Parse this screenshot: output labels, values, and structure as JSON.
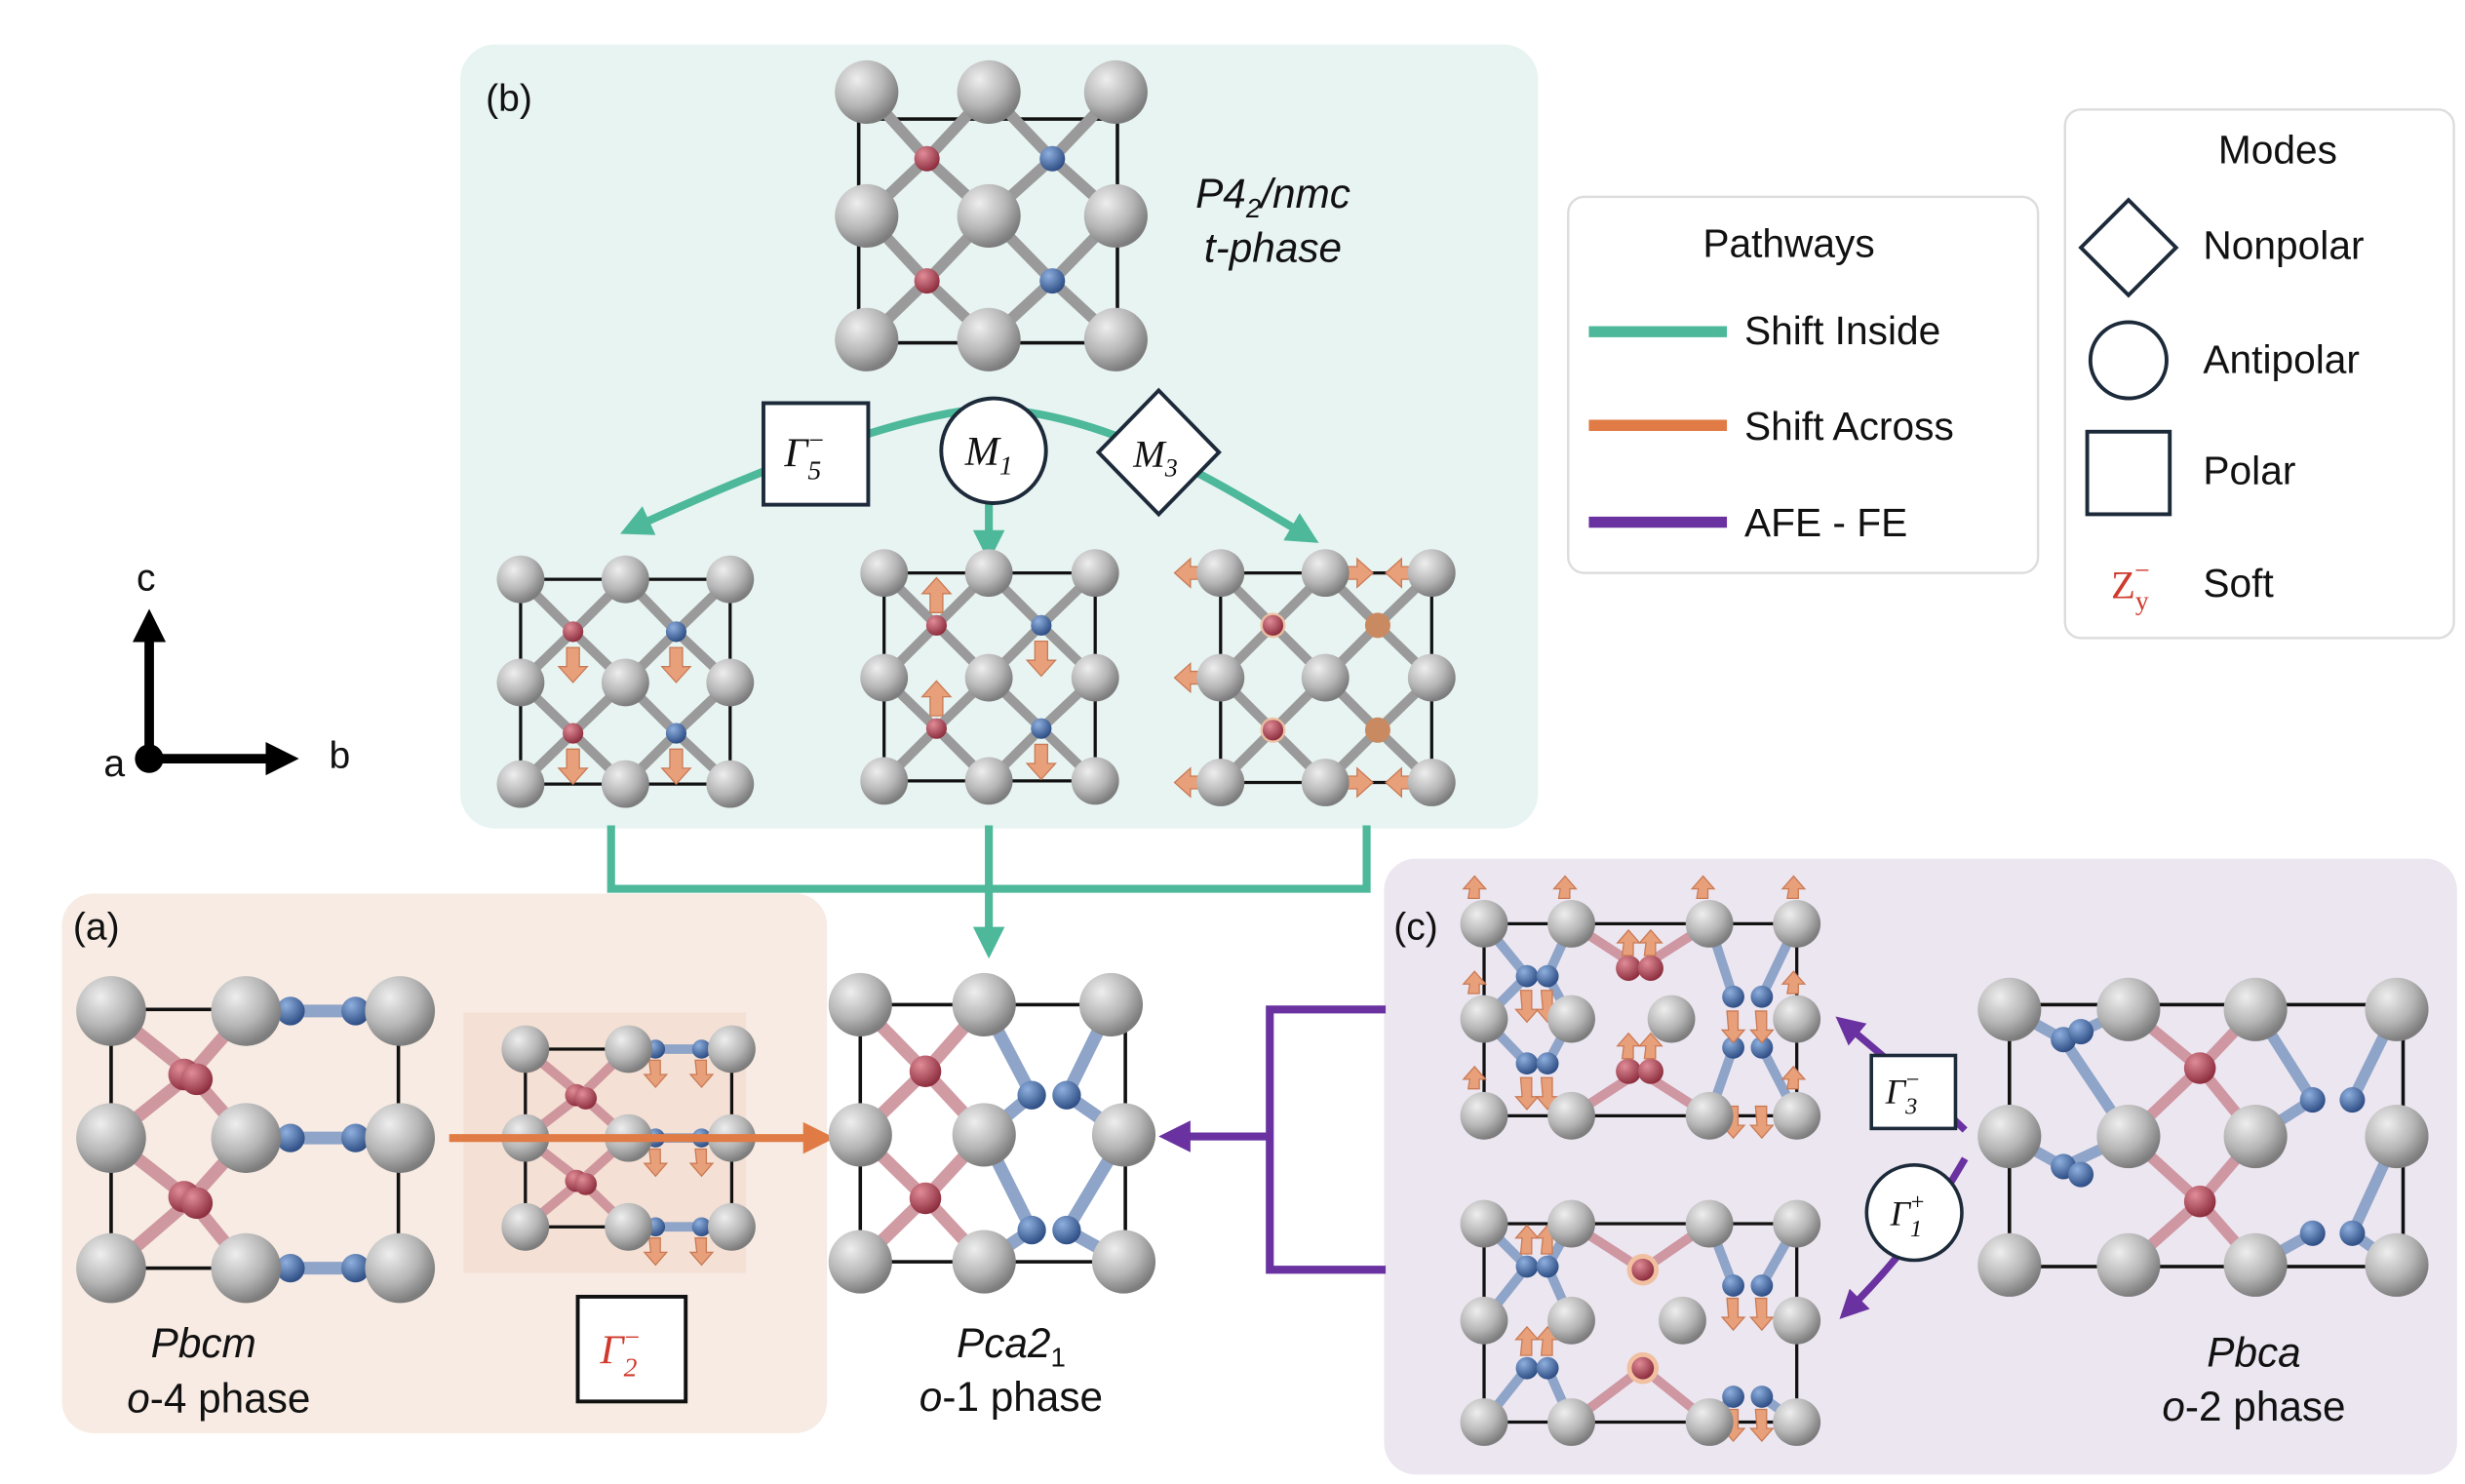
{
  "panels": {
    "b": {
      "label": "(b)",
      "group": "P4",
      "sub": "2",
      "group_rest": "/nmc",
      "phase": "t-phase"
    },
    "a": {
      "label": "(a)",
      "group": "Pbcm",
      "phase_i": "o",
      "phase_rest": "-4 phase",
      "mode_sym": "Γ",
      "mode_sub": "2",
      "mode_sup": "−"
    },
    "center": {
      "group": "Pca2",
      "sub": "1",
      "phase_i": "o",
      "phase_rest": "-1 phase"
    },
    "c": {
      "label": "(c)",
      "group": "Pbca",
      "phase_i": "o",
      "phase_rest": "-2 phase",
      "mode1_sym": "Γ",
      "mode1_sub": "3",
      "mode1_sup": "−",
      "mode2_sym": "Γ",
      "mode2_sub": "1",
      "mode2_sup": "+"
    }
  },
  "modes_b": {
    "gamma5_sym": "Γ",
    "gamma5_sub": "5",
    "gamma5_sup": "−",
    "m1_sym": "M",
    "m1_sub": "1",
    "m3_sym": "M",
    "m3_sub": "3"
  },
  "axes": {
    "c": "c",
    "a": "a",
    "b": "b"
  },
  "pathways_legend": {
    "title": "Pathways",
    "items": [
      {
        "label": "Shift Inside",
        "color": "#4db89a"
      },
      {
        "label": "Shift Across",
        "color": "#e07b45"
      },
      {
        "label": "AFE - FE",
        "color": "#6a31a0"
      }
    ]
  },
  "modes_legend": {
    "title": "Modes",
    "items": [
      {
        "label": "Nonpolar",
        "shape": "diamond"
      },
      {
        "label": "Antipolar",
        "shape": "circle"
      },
      {
        "label": "Polar",
        "shape": "square"
      },
      {
        "label": "Soft",
        "shape": "soft-symbol",
        "sym": "Z",
        "sub": "y",
        "sup": "−"
      }
    ]
  },
  "colors": {
    "panel_b_bg": "#e8f4f2",
    "panel_a_bg": "#f7ebe3",
    "panel_c_bg": "#ece6f0",
    "atom_hf": "#b3b3b3",
    "atom_o_red": "#b5485a",
    "atom_o_blue": "#4a6fa5",
    "arrow": "#e8a07a",
    "shift_inside": "#4db89a",
    "shift_across": "#e07b45",
    "afe_fe": "#6a31a0",
    "soft": "#d03a2c"
  }
}
